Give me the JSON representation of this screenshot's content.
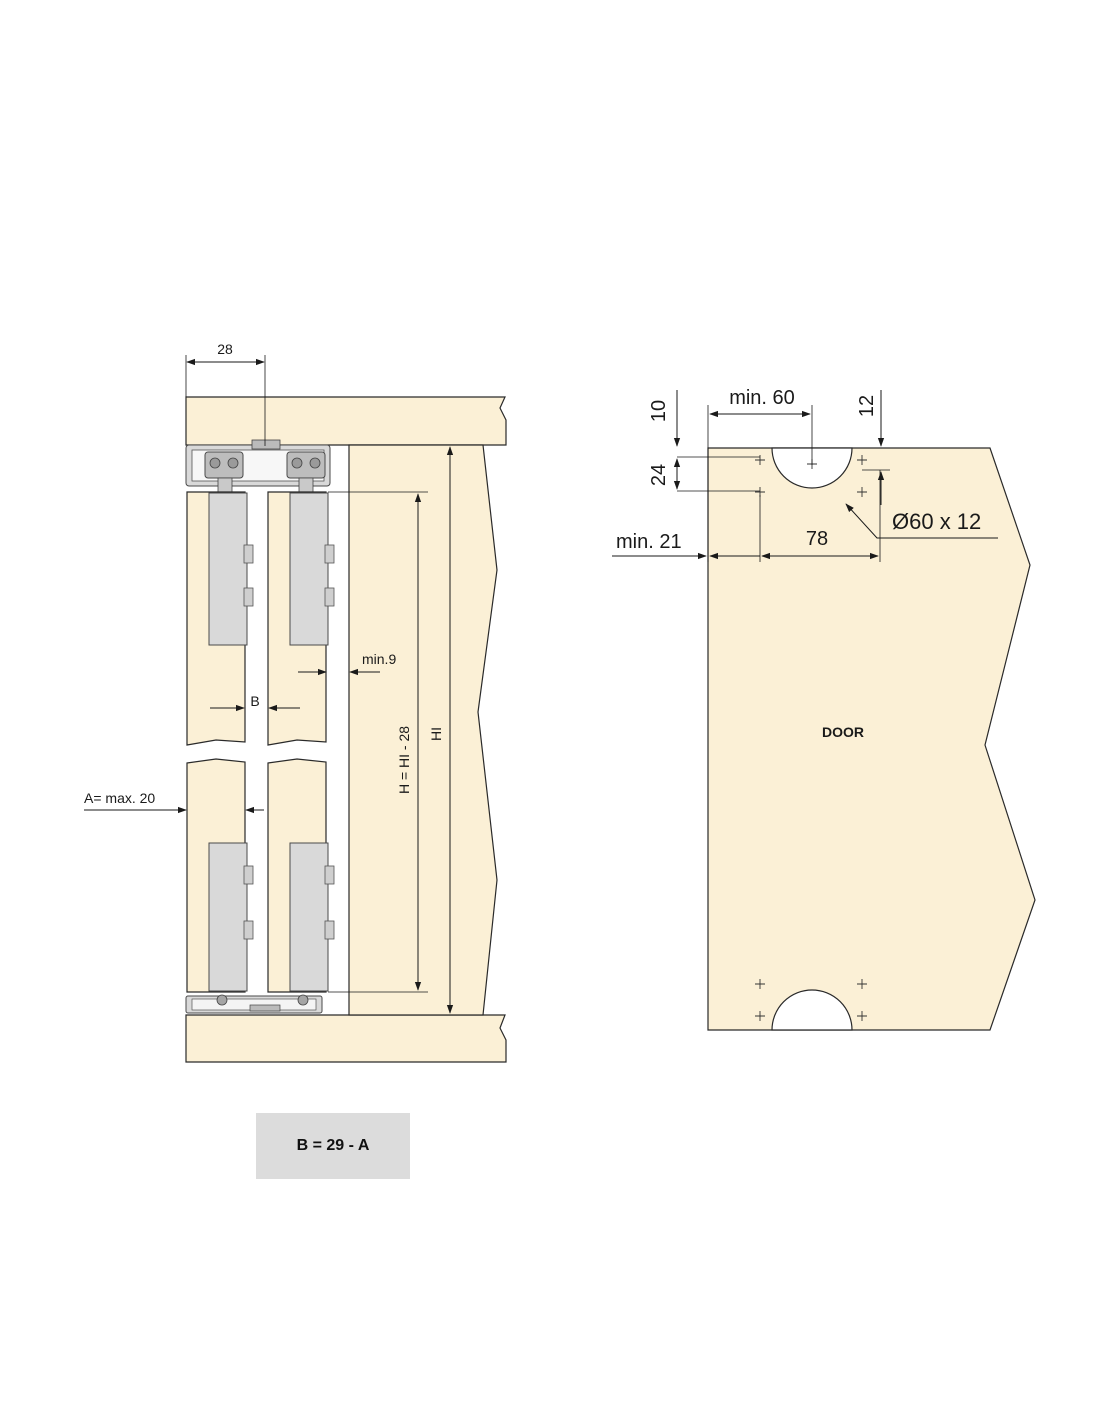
{
  "left_view": {
    "dim_top_width": "28",
    "dim_gap": "B",
    "dim_min9": "min.9",
    "dim_a": "A= max. 20",
    "dim_h": "H = HI - 28",
    "dim_hi": "HI"
  },
  "right_view": {
    "dim_10": "10",
    "dim_min60": "min. 60",
    "dim_12": "12",
    "dim_24": "24",
    "dim_min21": "min. 21",
    "dim_78": "78",
    "dim_hole": "Ø60 x 12",
    "door_label": "DOOR"
  },
  "formula": "B = 29 - A",
  "colors": {
    "wood": "#fbf0d6",
    "metal": "#d9d9d9",
    "formula_box": "#dcdcdc"
  }
}
